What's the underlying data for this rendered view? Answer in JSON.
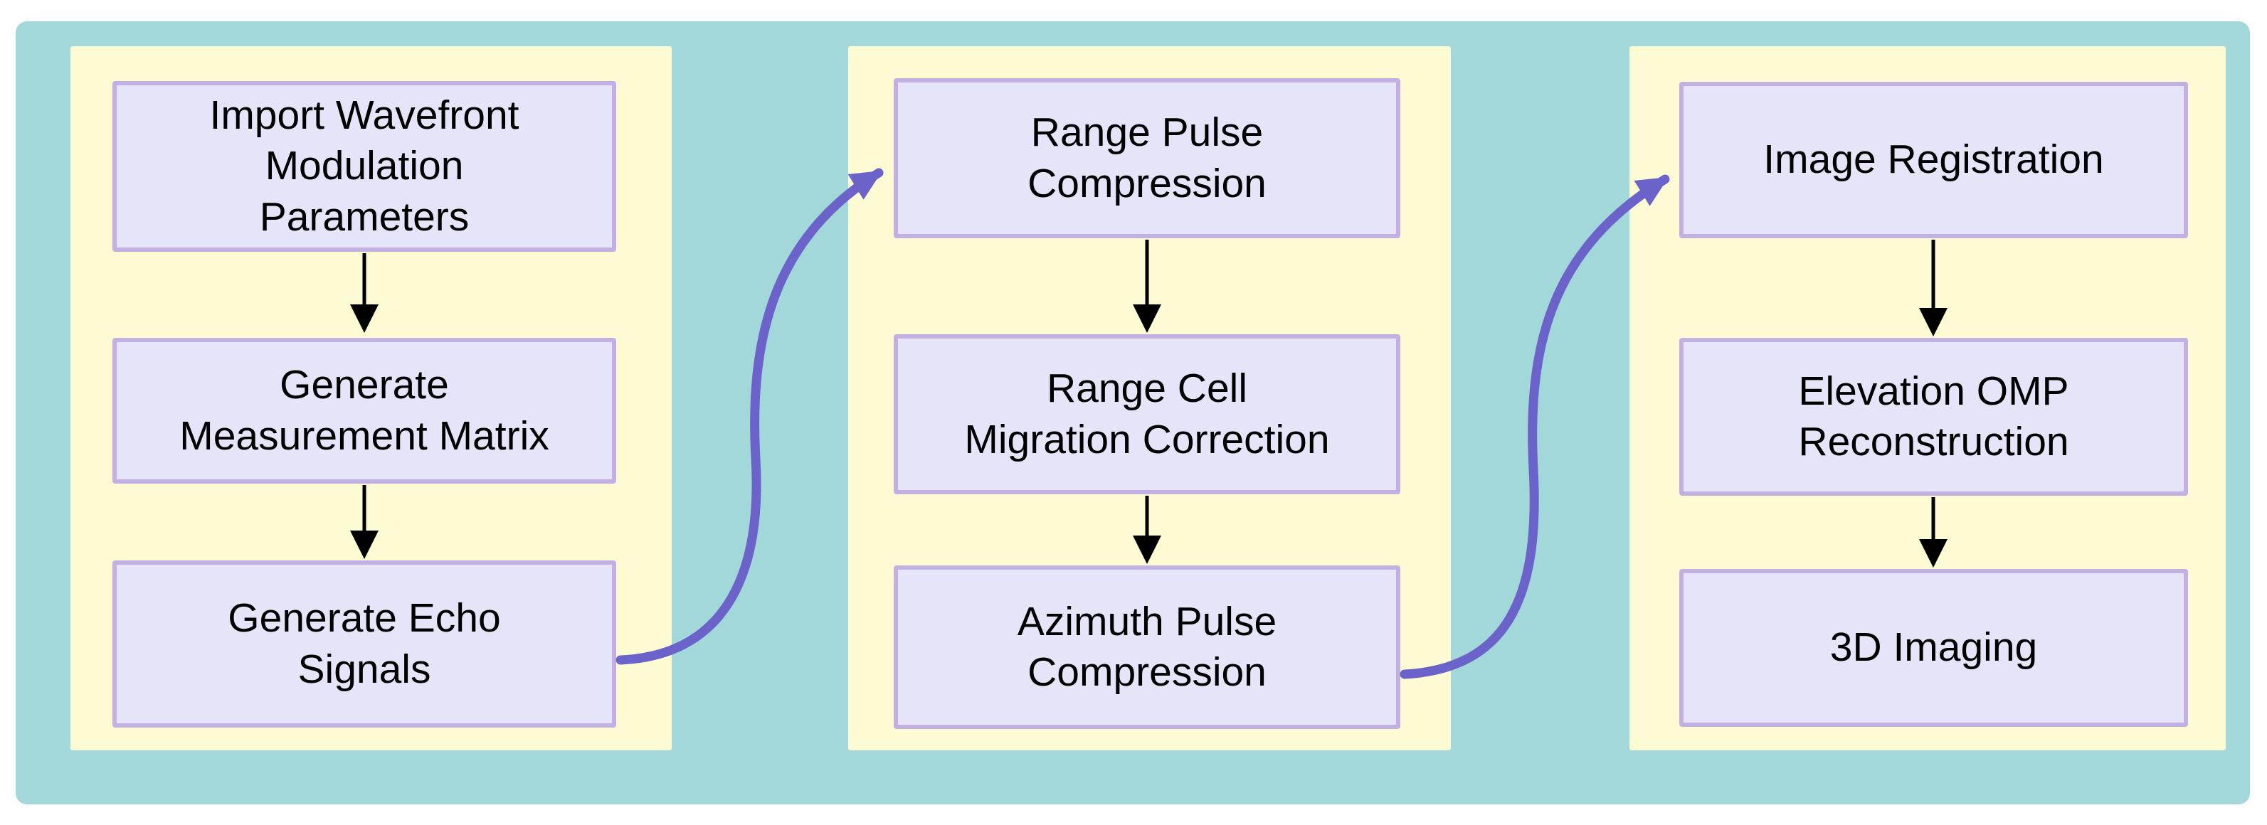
{
  "colors": {
    "page_background": "#ffffff",
    "board_background": "#a3d8da",
    "panel_background": "#fdfbd4",
    "box_fill": "#e6e4f8",
    "box_border": "#c2b0e2",
    "flow_arrow": "#000000",
    "stage_connector": "#6b63c9"
  },
  "flowchart": {
    "columns": [
      {
        "boxes": [
          {
            "label": "Import Wavefront\nModulation\nParameters"
          },
          {
            "label": "Generate\nMeasurement Matrix"
          },
          {
            "label": "Generate Echo\nSignals"
          }
        ]
      },
      {
        "boxes": [
          {
            "label": "Range Pulse\nCompression"
          },
          {
            "label": "Range Cell\nMigration Correction"
          },
          {
            "label": "Azimuth Pulse\nCompression"
          }
        ]
      },
      {
        "boxes": [
          {
            "label": "Image Registration"
          },
          {
            "label": "Elevation OMP\nReconstruction"
          },
          {
            "label": "3D Imaging"
          }
        ]
      }
    ],
    "connectors": [
      {
        "from": "Generate Echo Signals",
        "to": "Range Pulse Compression",
        "style": "curved"
      },
      {
        "from": "Azimuth Pulse Compression",
        "to": "Image Registration",
        "style": "curved"
      }
    ]
  }
}
